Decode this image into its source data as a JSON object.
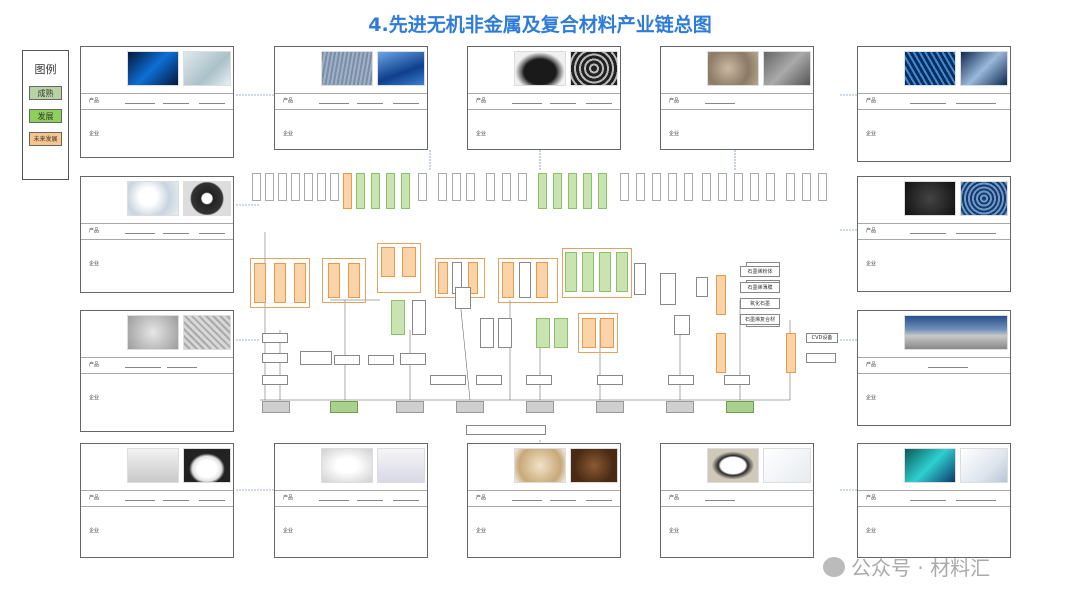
{
  "title": "4.先进无机非金属及复合材料产业链总图",
  "legend": {
    "title": "图例",
    "items": [
      {
        "label": "成熟",
        "color": "#b7d3a3"
      },
      {
        "label": "发展",
        "color": "#8fcf5b"
      },
      {
        "label": "未来发展",
        "color": "#f8c58e"
      }
    ]
  },
  "labels": {
    "product": "产品",
    "company": "企业"
  },
  "watermark": "公众号 · 材料汇",
  "diagram_labels": {
    "cvd": "CVD设备",
    "b1": "石墨烯粉体",
    "b2": "石墨烯薄膜",
    "b3": "氧化石墨",
    "b4": "石墨烯复合材"
  },
  "colors": {
    "title": "#2e7bd8",
    "line": "#3a6fb0",
    "green": "#c9e3b1",
    "orange": "#fbd3a8"
  }
}
